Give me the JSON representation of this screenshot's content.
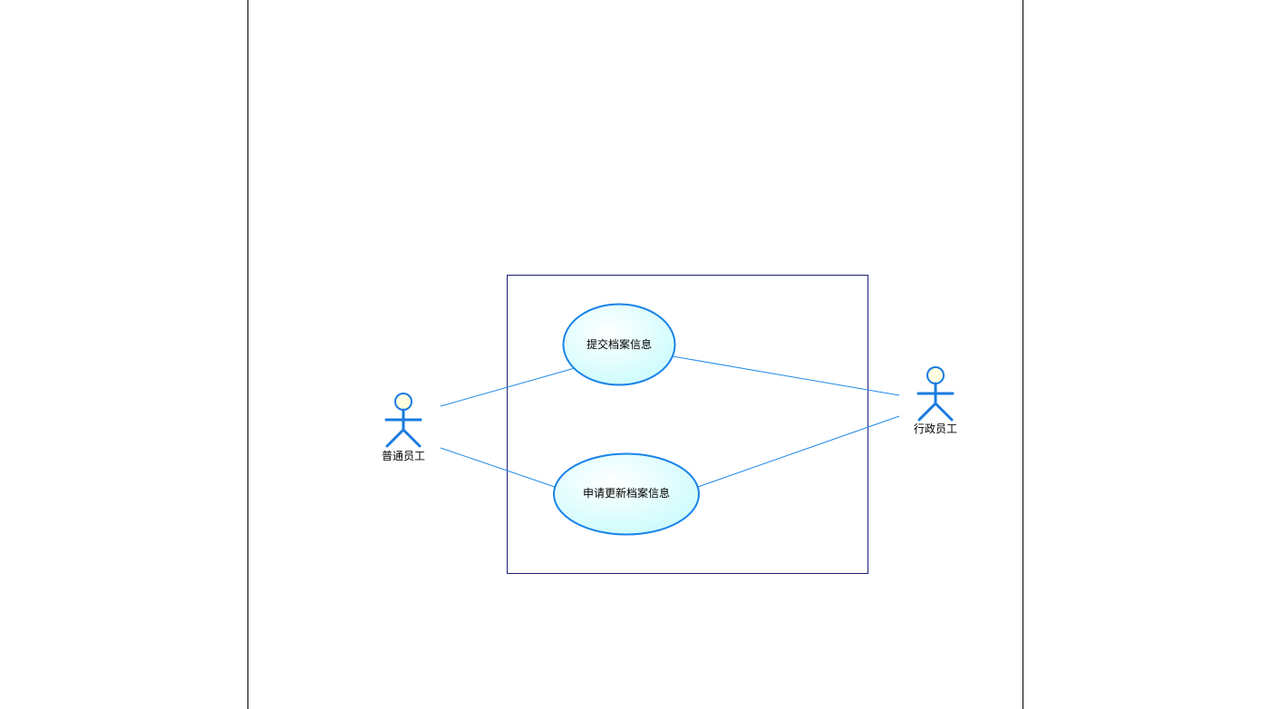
{
  "diagram": {
    "type": "use-case",
    "actors": [
      {
        "id": "regular",
        "label": "普通员工"
      },
      {
        "id": "admin",
        "label": "行政员工"
      }
    ],
    "use_cases": [
      {
        "id": "submit",
        "label": "提交档案信息"
      },
      {
        "id": "update",
        "label": "申请更新档案信息"
      }
    ],
    "associations": [
      {
        "from": "regular",
        "to": "submit"
      },
      {
        "from": "regular",
        "to": "update"
      },
      {
        "from": "admin",
        "to": "submit"
      },
      {
        "from": "admin",
        "to": "update"
      }
    ]
  },
  "colors": {
    "page_border": "#000000",
    "system_boundary": "#1c1c7a",
    "line": "#1f8ae8",
    "actor_stroke": "#1a7be0",
    "actor_head_fill": "#fffde0",
    "use_case_stroke": "#1a84e8",
    "use_case_fill_light": "#ffffff",
    "use_case_fill_dark": "#c8fbfb"
  }
}
